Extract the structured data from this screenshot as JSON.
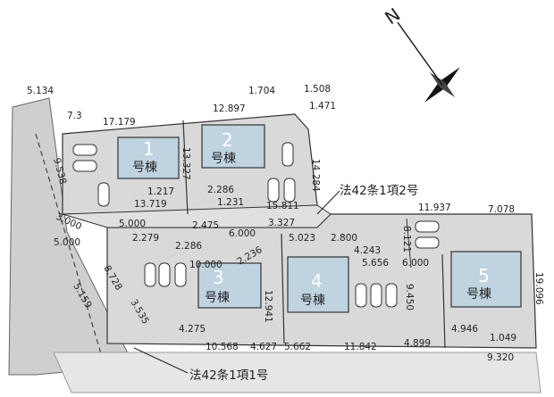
{
  "compass": {
    "north_label": "N"
  },
  "buildings": [
    {
      "number": "1",
      "label": "号棟"
    },
    {
      "number": "2",
      "label": "号棟"
    },
    {
      "number": "3",
      "label": "号棟"
    },
    {
      "number": "4",
      "label": "号棟"
    },
    {
      "number": "5",
      "label": "号棟"
    }
  ],
  "roads": {
    "road_top": "法42条1項2号",
    "road_bottom": "法42条1項1号"
  },
  "dimensions": [
    "5.134",
    "7.3",
    "17.179",
    "12.897",
    "1.704",
    "1.508",
    "1.471",
    "14.284",
    "9.538",
    "13.327",
    "1.217",
    "2.286",
    "1.231",
    "13.719",
    "15.811",
    "2.475",
    "3.000",
    "5.000",
    "5.000",
    "2.279",
    "2.286",
    "6.000",
    "3.327",
    "5.023",
    "2.800",
    "4.243",
    "5.656",
    "6.000",
    "8.121",
    "11.937",
    "7.078",
    "10.000",
    "2.236",
    "12.941",
    "9.450",
    "19.096",
    "5.159",
    "8.728",
    "3.535",
    "4.275",
    "10.568",
    "4.627",
    "5.662",
    "11.842",
    "4.899",
    "4.946",
    "1.049",
    "9.320"
  ],
  "colors": {
    "building_fill": "#bfd3e0",
    "lot_fill": "#d9d9d9",
    "road_fill": "#cfcfcf",
    "line": "#333333"
  }
}
